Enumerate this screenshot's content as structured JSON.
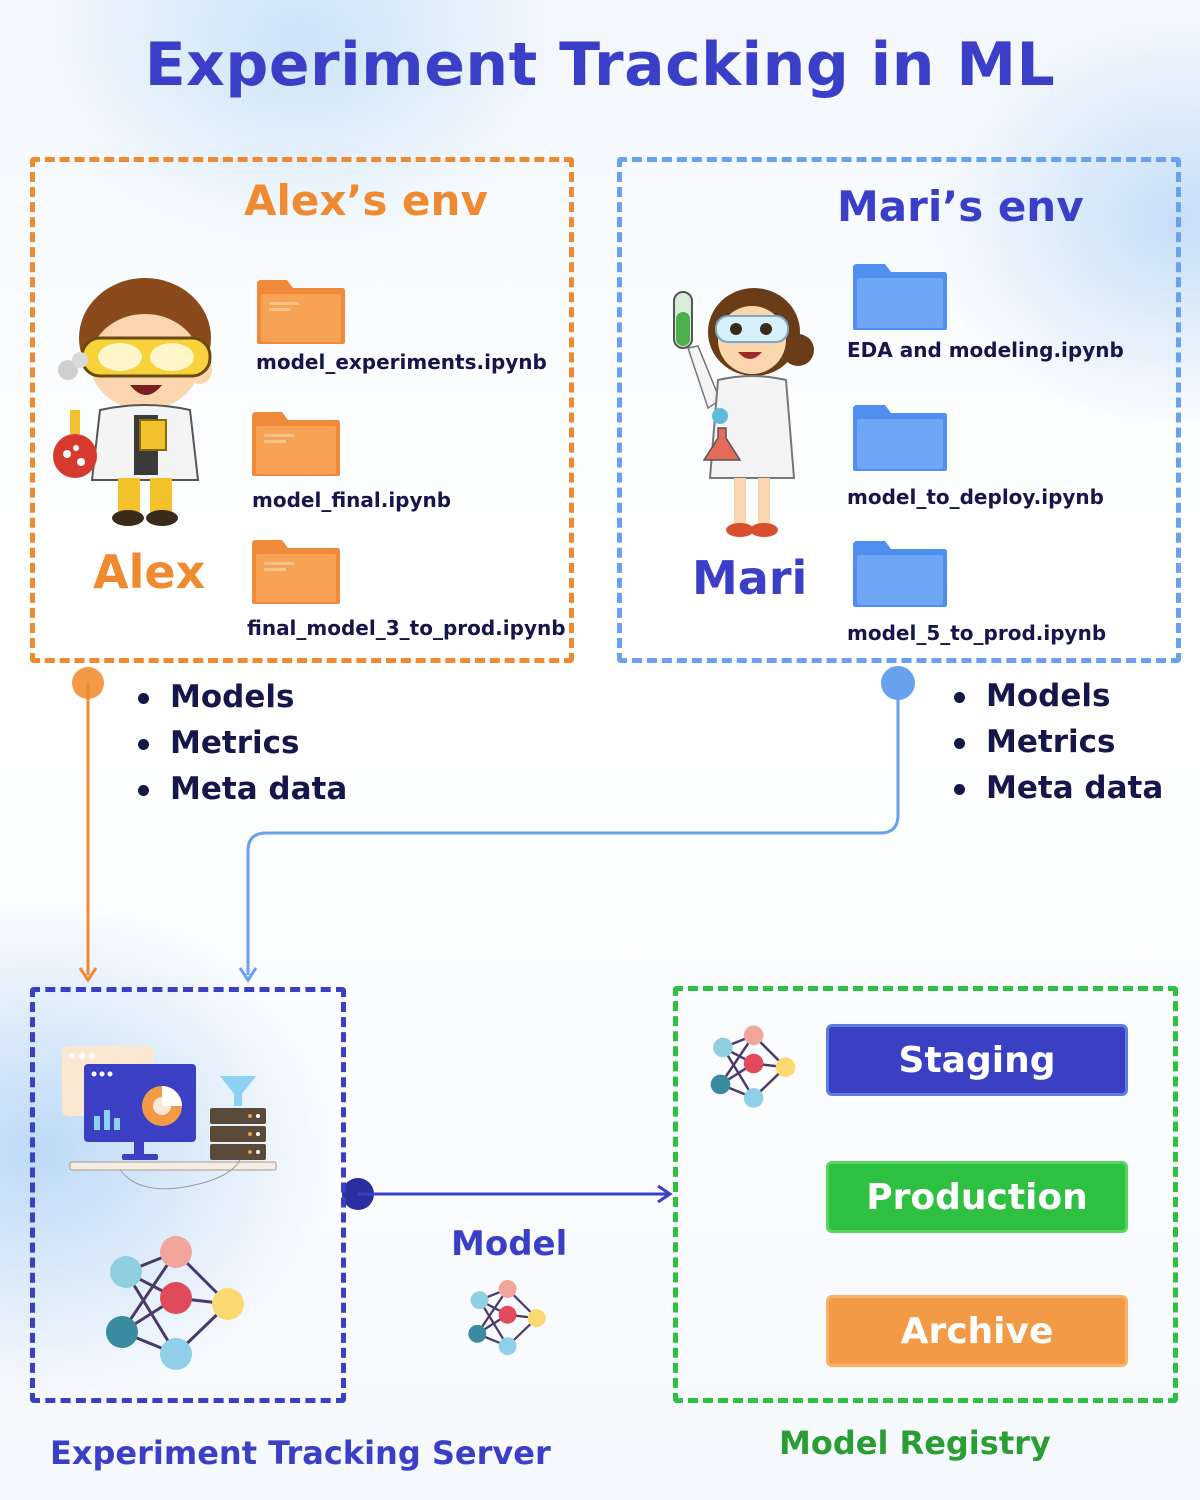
{
  "title": "Experiment Tracking in ML",
  "colors": {
    "title": "#3b3fc8",
    "alex": "#ef8a30",
    "mari": "#68a2ee",
    "server": "#3a3fc4",
    "registry": "#2ec040",
    "text_dark": "#15164a"
  },
  "alex_env": {
    "title": "Alex’s env",
    "name": "Alex",
    "files": [
      "model_experiments.ipynb",
      "model_final.ipynb",
      "final_model_3_to_prod.ipynb"
    ],
    "bullets": [
      "Models",
      "Metrics",
      "Meta data"
    ]
  },
  "mari_env": {
    "title": "Mari’s env",
    "name": "Mari",
    "files": [
      "EDA and modeling.ipynb",
      "model_to_deploy.ipynb",
      "model_5_to_prod.ipynb"
    ],
    "bullets": [
      "Models",
      "Metrics",
      "Meta data"
    ]
  },
  "server": {
    "caption": "Experiment Tracking Server"
  },
  "transfer": {
    "label": "Model"
  },
  "registry": {
    "caption": "Model Registry",
    "stages": [
      {
        "label": "Staging",
        "color": "#3a3fc4"
      },
      {
        "label": "Production",
        "color": "#2ec040"
      },
      {
        "label": "Archive",
        "color": "#f29a45"
      }
    ]
  }
}
